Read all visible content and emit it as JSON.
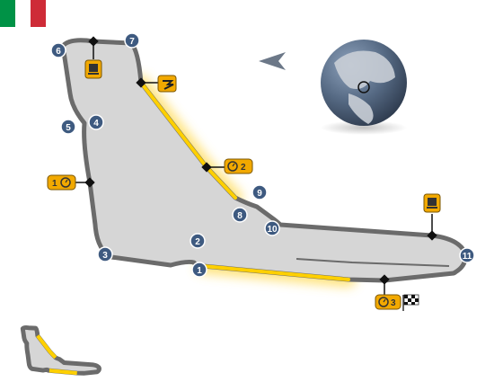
{
  "map": {
    "country_flag": {
      "colors": [
        "#009246",
        "#ffffff",
        "#ce2b37"
      ]
    },
    "track_colors": {
      "fill": "#d6d6d6",
      "outline": "#6b6b6b",
      "highlight": "#ffd000",
      "glow": "#ffe680"
    },
    "turns": [
      {
        "label": "1"
      },
      {
        "label": "2"
      },
      {
        "label": "3"
      },
      {
        "label": "4"
      },
      {
        "label": "5"
      },
      {
        "label": "6"
      },
      {
        "label": "7"
      },
      {
        "label": "8"
      },
      {
        "label": "9"
      },
      {
        "label": "10"
      },
      {
        "label": "11"
      }
    ],
    "sectors": [
      {
        "label": "1",
        "icon": "stopwatch-icon"
      },
      {
        "label": "2",
        "icon": "stopwatch-icon"
      },
      {
        "label": "3",
        "icon": "stopwatch-icon"
      }
    ],
    "markers": {
      "pit_top": {
        "icon": "pit-box-icon"
      },
      "pit_right": {
        "icon": "pit-box-icon"
      },
      "drs": {
        "icon": "drs-zone-icon"
      },
      "finish": {
        "icon": "checkered-flag-icon"
      }
    },
    "direction": {
      "icon": "race-direction-arrow-icon"
    },
    "globe": {
      "icon": "globe-location-icon",
      "ocean": "#5b6e86",
      "land": "#c9ced6"
    }
  }
}
